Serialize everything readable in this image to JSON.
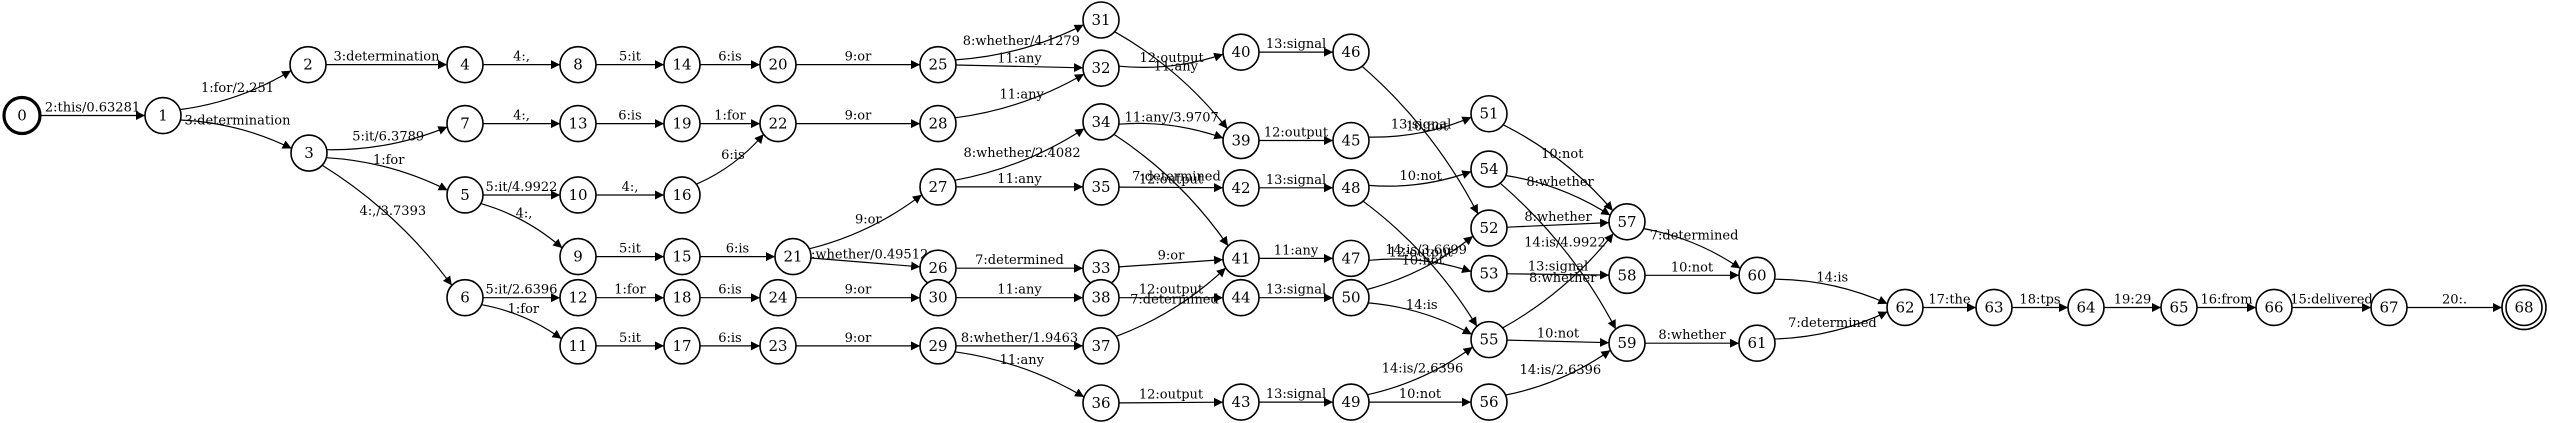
{
  "diagram": {
    "type": "finite-state-transducer",
    "start_state": "0",
    "final_states": [
      "68"
    ],
    "states": [
      "0",
      "1",
      "2",
      "3",
      "4",
      "5",
      "6",
      "7",
      "8",
      "9",
      "10",
      "11",
      "12",
      "13",
      "14",
      "15",
      "16",
      "17",
      "18",
      "19",
      "20",
      "21",
      "22",
      "23",
      "24",
      "25",
      "26",
      "27",
      "28",
      "29",
      "30",
      "31",
      "32",
      "33",
      "34",
      "35",
      "36",
      "37",
      "38",
      "39",
      "40",
      "41",
      "42",
      "43",
      "44",
      "45",
      "46",
      "47",
      "48",
      "49",
      "50",
      "51",
      "52",
      "53",
      "54",
      "55",
      "56",
      "57",
      "58",
      "59",
      "60",
      "61",
      "62",
      "63",
      "64",
      "65",
      "66",
      "67",
      "68"
    ],
    "edges": [
      {
        "from": "0",
        "to": "1",
        "label": "2:this/0.63281"
      },
      {
        "from": "1",
        "to": "2",
        "label": "1:for/2.251"
      },
      {
        "from": "1",
        "to": "3",
        "label": "3:determination"
      },
      {
        "from": "2",
        "to": "4",
        "label": "3:determination"
      },
      {
        "from": "3",
        "to": "7",
        "label": "5:it/6.3789"
      },
      {
        "from": "3",
        "to": "5",
        "label": "1:for"
      },
      {
        "from": "3",
        "to": "6",
        "label": "4:,/3.7393"
      },
      {
        "from": "4",
        "to": "8",
        "label": "4:,"
      },
      {
        "from": "5",
        "to": "10",
        "label": "5:it/4.9922"
      },
      {
        "from": "5",
        "to": "9",
        "label": "4:,"
      },
      {
        "from": "6",
        "to": "12",
        "label": "5:it/2.6396"
      },
      {
        "from": "6",
        "to": "11",
        "label": "1:for"
      },
      {
        "from": "7",
        "to": "13",
        "label": "4:,"
      },
      {
        "from": "8",
        "to": "14",
        "label": "5:it"
      },
      {
        "from": "9",
        "to": "15",
        "label": "5:it"
      },
      {
        "from": "10",
        "to": "16",
        "label": "4:,"
      },
      {
        "from": "11",
        "to": "17",
        "label": "5:it"
      },
      {
        "from": "12",
        "to": "18",
        "label": "1:for"
      },
      {
        "from": "13",
        "to": "19",
        "label": "6:is"
      },
      {
        "from": "14",
        "to": "20",
        "label": "6:is"
      },
      {
        "from": "15",
        "to": "21",
        "label": "6:is"
      },
      {
        "from": "16",
        "to": "22",
        "label": "6:is"
      },
      {
        "from": "17",
        "to": "23",
        "label": "6:is"
      },
      {
        "from": "18",
        "to": "24",
        "label": "6:is"
      },
      {
        "from": "19",
        "to": "22",
        "label": "1:for"
      },
      {
        "from": "20",
        "to": "25",
        "label": "9:or"
      },
      {
        "from": "21",
        "to": "27",
        "label": "9:or"
      },
      {
        "from": "21",
        "to": "26",
        "label": "8:whether/0.49512"
      },
      {
        "from": "22",
        "to": "28",
        "label": "9:or"
      },
      {
        "from": "23",
        "to": "29",
        "label": "9:or"
      },
      {
        "from": "24",
        "to": "30",
        "label": "9:or"
      },
      {
        "from": "25",
        "to": "31",
        "label": "8:whether/4.1279"
      },
      {
        "from": "25",
        "to": "32",
        "label": "11:any"
      },
      {
        "from": "26",
        "to": "33",
        "label": "7:determined"
      },
      {
        "from": "27",
        "to": "34",
        "label": "8:whether/2.4082"
      },
      {
        "from": "27",
        "to": "35",
        "label": "11:any"
      },
      {
        "from": "28",
        "to": "32",
        "label": "11:any"
      },
      {
        "from": "29",
        "to": "37",
        "label": "8:whether/1.9463"
      },
      {
        "from": "29",
        "to": "36",
        "label": "11:any"
      },
      {
        "from": "30",
        "to": "38",
        "label": "11:any"
      },
      {
        "from": "31",
        "to": "39",
        "label": "11:any"
      },
      {
        "from": "32",
        "to": "40",
        "label": "12:output"
      },
      {
        "from": "33",
        "to": "41",
        "label": "9:or"
      },
      {
        "from": "34",
        "to": "39",
        "label": "11:any/3.9707"
      },
      {
        "from": "34",
        "to": "41",
        "label": "7:determined"
      },
      {
        "from": "35",
        "to": "42",
        "label": "12:output"
      },
      {
        "from": "36",
        "to": "43",
        "label": "12:output"
      },
      {
        "from": "37",
        "to": "41",
        "label": "7:determined"
      },
      {
        "from": "38",
        "to": "44",
        "label": "12:output"
      },
      {
        "from": "39",
        "to": "45",
        "label": "12:output"
      },
      {
        "from": "40",
        "to": "46",
        "label": "13:signal"
      },
      {
        "from": "41",
        "to": "47",
        "label": "11:any"
      },
      {
        "from": "42",
        "to": "48",
        "label": "13:signal"
      },
      {
        "from": "43",
        "to": "49",
        "label": "13:signal"
      },
      {
        "from": "44",
        "to": "50",
        "label": "13:signal"
      },
      {
        "from": "45",
        "to": "51",
        "label": "13:signal"
      },
      {
        "from": "46",
        "to": "52",
        "label": "10:not"
      },
      {
        "from": "47",
        "to": "53",
        "label": "12:output"
      },
      {
        "from": "48",
        "to": "54",
        "label": "10:not"
      },
      {
        "from": "48",
        "to": "55",
        "label": "14:is/3.6699"
      },
      {
        "from": "49",
        "to": "55",
        "label": "14:is/2.6396"
      },
      {
        "from": "49",
        "to": "56",
        "label": "10:not"
      },
      {
        "from": "50",
        "to": "52",
        "label": "10:not"
      },
      {
        "from": "50",
        "to": "55",
        "label": "14:is"
      },
      {
        "from": "51",
        "to": "57",
        "label": "10:not"
      },
      {
        "from": "52",
        "to": "57",
        "label": "8:whether"
      },
      {
        "from": "53",
        "to": "58",
        "label": "13:signal"
      },
      {
        "from": "54",
        "to": "57",
        "label": "8:whether"
      },
      {
        "from": "54",
        "to": "59",
        "label": "14:is/4.9922"
      },
      {
        "from": "55",
        "to": "59",
        "label": "10:not"
      },
      {
        "from": "55",
        "to": "57",
        "label": "8:whether"
      },
      {
        "from": "56",
        "to": "59",
        "label": "14:is/2.6396"
      },
      {
        "from": "57",
        "to": "60",
        "label": "7:determined"
      },
      {
        "from": "58",
        "to": "60",
        "label": "10:not"
      },
      {
        "from": "59",
        "to": "61",
        "label": "8:whether"
      },
      {
        "from": "60",
        "to": "62",
        "label": "14:is"
      },
      {
        "from": "61",
        "to": "62",
        "label": "7:determined"
      },
      {
        "from": "62",
        "to": "63",
        "label": "17:the"
      },
      {
        "from": "63",
        "to": "64",
        "label": "18:tps"
      },
      {
        "from": "64",
        "to": "65",
        "label": "19:29"
      },
      {
        "from": "65",
        "to": "66",
        "label": "16:from"
      },
      {
        "from": "66",
        "to": "67",
        "label": "15:delivered"
      },
      {
        "from": "67",
        "to": "68",
        "label": "20:."
      }
    ]
  }
}
